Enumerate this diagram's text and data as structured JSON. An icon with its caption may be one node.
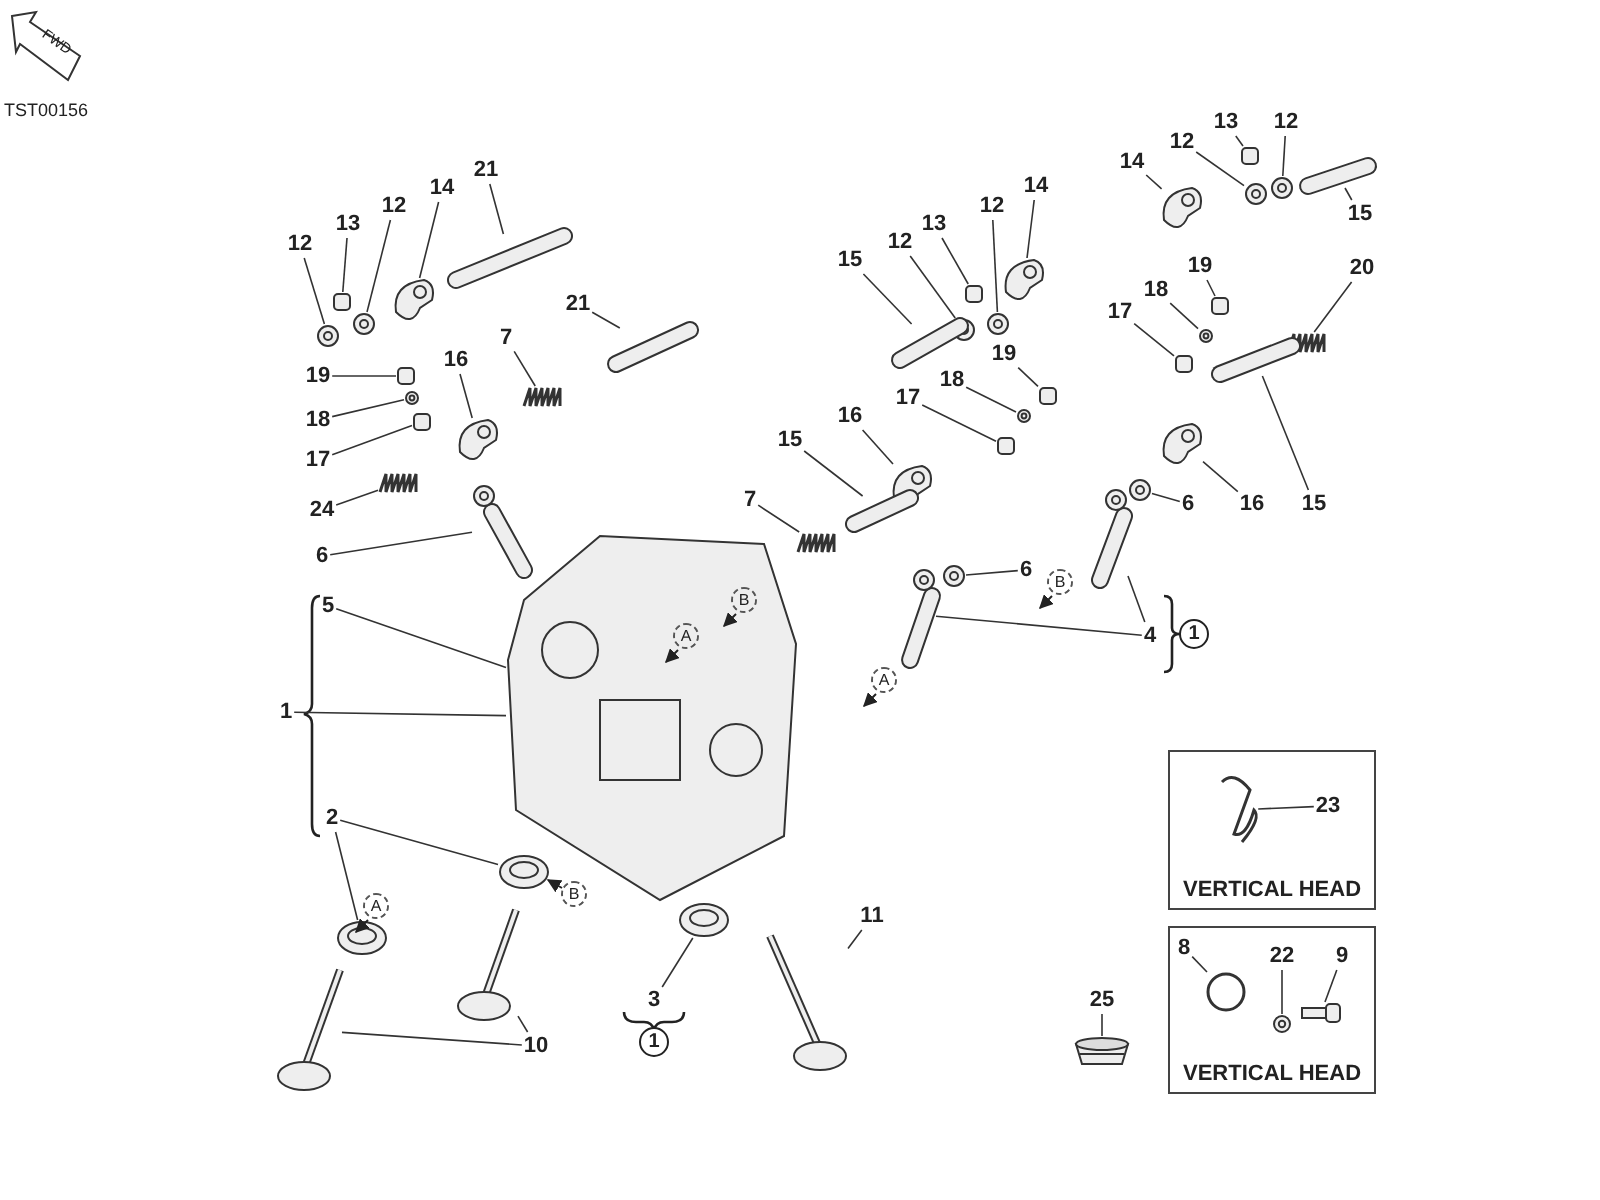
{
  "diagram": {
    "nodes": [
      {
        "text": [
          "13"
        ]
      },
      {
        "text": [
          "12"
        ]
      },
      {
        "text": [
          "12"
        ]
      },
      {
        "text": [
          "14"
        ]
      },
      {
        "text": [
          "21"
        ]
      },
      {
        "text": [
          "14"
        ]
      },
      {
        "text": [
          "14"
        ]
      },
      {
        "text": [
          "12"
        ]
      },
      {
        "text": [
          "12"
        ]
      },
      {
        "text": [
          "15"
        ]
      },
      {
        "text": [
          "13"
        ]
      },
      {
        "text": [
          "13"
        ]
      },
      {
        "text": [
          "12"
        ]
      },
      {
        "text": [
          "12"
        ]
      },
      {
        "text": [
          "15"
        ]
      },
      {
        "text": [
          "19"
        ]
      },
      {
        "text": [
          "20"
        ]
      },
      {
        "text": [
          "18"
        ]
      },
      {
        "text": [
          "21"
        ]
      },
      {
        "text": [
          "17"
        ]
      },
      {
        "text": [
          "7"
        ]
      },
      {
        "text": [
          "19"
        ]
      },
      {
        "text": [
          "16"
        ]
      },
      {
        "text": [
          "19"
        ]
      },
      {
        "text": [
          "18"
        ]
      },
      {
        "text": [
          "17"
        ]
      },
      {
        "text": [
          "16"
        ]
      },
      {
        "text": [
          "18"
        ]
      },
      {
        "text": [
          "15"
        ]
      },
      {
        "text": [
          "17"
        ]
      },
      {
        "text": [
          "7"
        ]
      },
      {
        "text": [
          "16"
        ]
      },
      {
        "text": [
          "15"
        ]
      },
      {
        "text": [
          "6"
        ]
      },
      {
        "text": [
          "24"
        ]
      },
      {
        "text": [
          "6"
        ]
      },
      {
        "text": [
          "6"
        ]
      },
      {
        "text": [
          "5"
        ]
      },
      {
        "text": [
          "4"
        ]
      },
      {
        "text": [
          "1"
        ]
      },
      {
        "text": [
          "1"
        ]
      },
      {
        "text": [
          "VERTICAL HEAD"
        ]
      },
      {
        "text": [
          "23"
        ],
        "in": 41
      },
      {
        "text": [
          "2"
        ]
      },
      {
        "text": [
          "11"
        ]
      },
      {
        "text": [
          "VERTICAL HEAD"
        ]
      },
      {
        "text": [
          "8"
        ],
        "in": 45
      },
      {
        "text": [
          "22"
        ],
        "in": 45
      },
      {
        "text": [
          "9"
        ],
        "in": 45
      },
      {
        "text": [
          "3"
        ]
      },
      {
        "text": [
          "25"
        ]
      },
      {
        "text": [
          "10"
        ]
      },
      {
        "text": [
          "1"
        ]
      },
      {
        "text": [],
        "shape": "box"
      },
      {
        "text": [],
        "shape": "picture"
      },
      {
        "text": [],
        "shape": "picture"
      },
      {
        "text": [],
        "shape": "picture"
      },
      {
        "text": [],
        "shape": "picture"
      },
      {
        "text": [],
        "shape": "picture"
      },
      {
        "text": [],
        "shape": "picture"
      },
      {
        "text": [],
        "shape": "picture"
      },
      {
        "text": [],
        "shape": "picture"
      },
      {
        "text": [],
        "shape": "picture"
      },
      {
        "text": [],
        "shape": "box"
      },
      {
        "text": [],
        "shape": "box"
      },
      {
        "text": [],
        "shape": "picture"
      },
      {
        "text": [],
        "shape": "picture"
      },
      {
        "text": [],
        "shape": "picture"
      },
      {
        "text": [],
        "shape": "box"
      },
      {
        "text": [],
        "shape": "picture"
      },
      {
        "text": [],
        "shape": "picture"
      },
      {
        "text": [],
        "shape": "picture"
      },
      {
        "text": [],
        "shape": "box"
      },
      {
        "text": [],
        "shape": "picture"
      },
      {
        "text": [],
        "shape": "box"
      },
      {
        "text": [],
        "shape": "picture"
      },
      {
        "text": [],
        "shape": "box"
      },
      {
        "text": [],
        "shape": "picture"
      },
      {
        "text": [],
        "shape": "box"
      },
      {
        "text": [],
        "shape": "picture"
      },
      {
        "text": [],
        "shape": "picture"
      },
      {
        "text": [],
        "shape": "picture"
      },
      {
        "text": [],
        "shape": "box"
      },
      {
        "text": [],
        "shape": "picture"
      },
      {
        "text": [],
        "shape": "picture"
      },
      {
        "text": [],
        "shape": "picture"
      },
      {
        "text": [],
        "shape": "picture"
      },
      {
        "text": [],
        "shape": "picture"
      },
      {
        "text": [],
        "shape": "picture"
      },
      {
        "text": [],
        "shape": "picture"
      },
      {
        "text": [],
        "shape": "picture"
      },
      {
        "text": [],
        "shape": "picture"
      },
      {
        "text": [],
        "shape": "picture"
      },
      {
        "text": [],
        "shape": "picture",
        "in": 41
      },
      {
        "text": [],
        "shape": "picture"
      },
      {
        "text": [],
        "shape": "picture"
      },
      {
        "text": [],
        "shape": "picture"
      },
      {
        "text": [],
        "shape": "circle",
        "in": 45
      },
      {
        "text": [],
        "shape": "picture",
        "in": 45
      },
      {
        "text": [],
        "shape": "picture",
        "in": 45
      },
      {
        "text": [],
        "shape": "picture"
      },
      {
        "text": [],
        "shape": "picture"
      },
      {
        "text": [],
        "shape": "picture"
      },
      {
        "text": [],
        "shape": "picture"
      }
    ],
    "edges": [
      {
        "from": 0,
        "to": 53,
        "arrow": "none"
      },
      {
        "from": 1,
        "to": 54,
        "arrow": "none"
      },
      {
        "from": 2,
        "to": 55,
        "arrow": "none"
      },
      {
        "from": 3,
        "to": 56,
        "arrow": "none"
      },
      {
        "from": 4,
        "to": 57,
        "arrow": "none"
      },
      {
        "from": 5,
        "to": 58,
        "arrow": "none"
      },
      {
        "from": 6,
        "to": 59,
        "arrow": "none"
      },
      {
        "from": 7,
        "to": 60,
        "arrow": "none"
      },
      {
        "from": 8,
        "to": 61,
        "arrow": "none"
      },
      {
        "from": 9,
        "to": 62,
        "arrow": "none"
      },
      {
        "from": 10,
        "to": 63,
        "arrow": "none"
      },
      {
        "from": 11,
        "to": 64,
        "arrow": "none"
      },
      {
        "from": 12,
        "to": 65,
        "arrow": "none"
      },
      {
        "from": 13,
        "to": 66,
        "arrow": "none"
      },
      {
        "from": 14,
        "to": 67,
        "arrow": "none"
      },
      {
        "from": 15,
        "to": 68,
        "arrow": "none"
      },
      {
        "from": 16,
        "to": 69,
        "arrow": "none"
      },
      {
        "from": 17,
        "to": 70,
        "arrow": "none"
      },
      {
        "from": 18,
        "to": 71,
        "arrow": "none"
      },
      {
        "from": 19,
        "to": 72,
        "arrow": "none"
      },
      {
        "from": 20,
        "to": 73,
        "arrow": "none"
      },
      {
        "from": 21,
        "to": 74,
        "arrow": "none"
      },
      {
        "from": 22,
        "to": 75,
        "arrow": "none"
      },
      {
        "from": 23,
        "to": 76,
        "arrow": "none"
      },
      {
        "from": 24,
        "to": 77,
        "arrow": "none"
      },
      {
        "from": 25,
        "to": 78,
        "arrow": "none"
      },
      {
        "from": 26,
        "to": 79,
        "arrow": "none"
      },
      {
        "from": 27,
        "to": 80,
        "arrow": "none"
      },
      {
        "from": 28,
        "to": 81,
        "arrow": "none"
      },
      {
        "from": 29,
        "to": 82,
        "arrow": "none"
      },
      {
        "from": 30,
        "to": 83,
        "arrow": "none"
      },
      {
        "from": 31,
        "to": 84,
        "arrow": "none"
      },
      {
        "from": 32,
        "to": 85,
        "arrow": "none"
      },
      {
        "from": 33,
        "to": 86,
        "arrow": "none"
      },
      {
        "from": 34,
        "to": 87,
        "arrow": "none"
      },
      {
        "from": 35,
        "to": 88,
        "arrow": "none"
      },
      {
        "from": 36,
        "to": 89,
        "arrow": "none"
      },
      {
        "from": 37,
        "to": 90,
        "arrow": "none"
      },
      {
        "from": 38,
        "to": 91,
        "arrow": "none"
      },
      {
        "from": 38,
        "to": 92,
        "arrow": "none"
      },
      {
        "from": 40,
        "to": 90,
        "arrow": "none"
      },
      {
        "from": 42,
        "to": 93,
        "arrow": "none"
      },
      {
        "from": 43,
        "to": 94,
        "arrow": "none"
      },
      {
        "from": 43,
        "to": 95,
        "arrow": "none"
      },
      {
        "from": 44,
        "to": 96,
        "arrow": "none"
      },
      {
        "from": 46,
        "to": 97,
        "arrow": "none"
      },
      {
        "from": 47,
        "to": 98,
        "arrow": "none"
      },
      {
        "from": 48,
        "to": 99,
        "arrow": "none"
      },
      {
        "from": 49,
        "to": 100,
        "arrow": "none"
      },
      {
        "from": 50,
        "to": 101,
        "arrow": "none"
      },
      {
        "from": 51,
        "to": 102,
        "arrow": "none"
      },
      {
        "from": 51,
        "to": 103,
        "arrow": "none"
      }
    ],
    "labels": [
      "FWD",
      "TST00156",
      "B",
      "B",
      "A",
      "A",
      "B",
      "A"
    ]
  }
}
